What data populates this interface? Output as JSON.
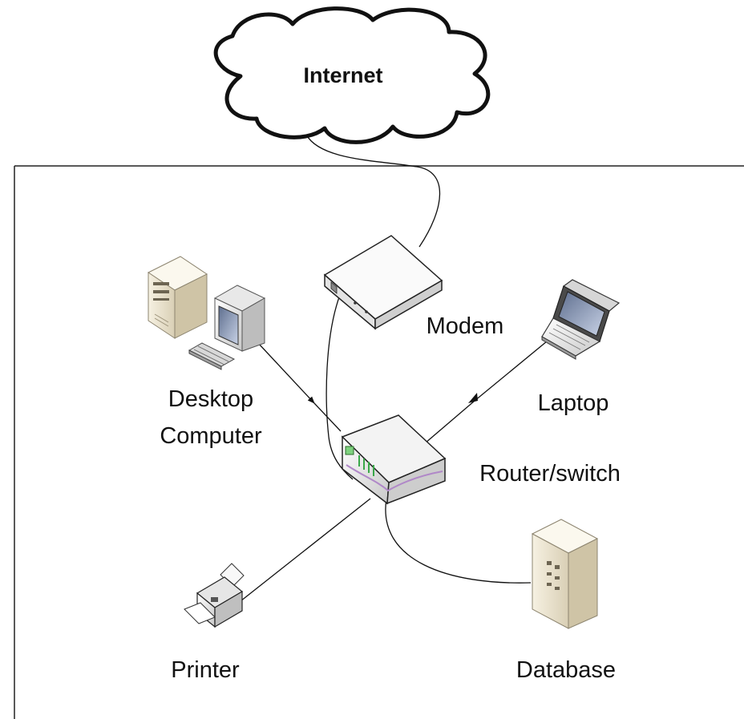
{
  "diagram": {
    "type": "network-topology",
    "nodes": {
      "internet": {
        "label": "Internet",
        "icon": "cloud-icon"
      },
      "modem": {
        "label": "Modem",
        "icon": "modem-icon"
      },
      "desktop": {
        "label_line1": "Desktop",
        "label_line2": "Computer",
        "icon": "desktop-computer-icon"
      },
      "laptop": {
        "label": "Laptop",
        "icon": "laptop-icon"
      },
      "router": {
        "label": "Router/switch",
        "icon": "router-switch-icon"
      },
      "printer": {
        "label": "Printer",
        "icon": "printer-icon"
      },
      "database": {
        "label": "Database",
        "icon": "database-server-icon"
      }
    },
    "connections": [
      {
        "from": "internet",
        "to": "modem",
        "arrow": false
      },
      {
        "from": "modem",
        "to": "router",
        "arrow": false
      },
      {
        "from": "desktop",
        "to": "router",
        "arrow": true
      },
      {
        "from": "router",
        "to": "laptop",
        "arrow": true
      },
      {
        "from": "router",
        "to": "printer",
        "arrow": false
      },
      {
        "from": "router",
        "to": "database",
        "arrow": false
      }
    ]
  }
}
